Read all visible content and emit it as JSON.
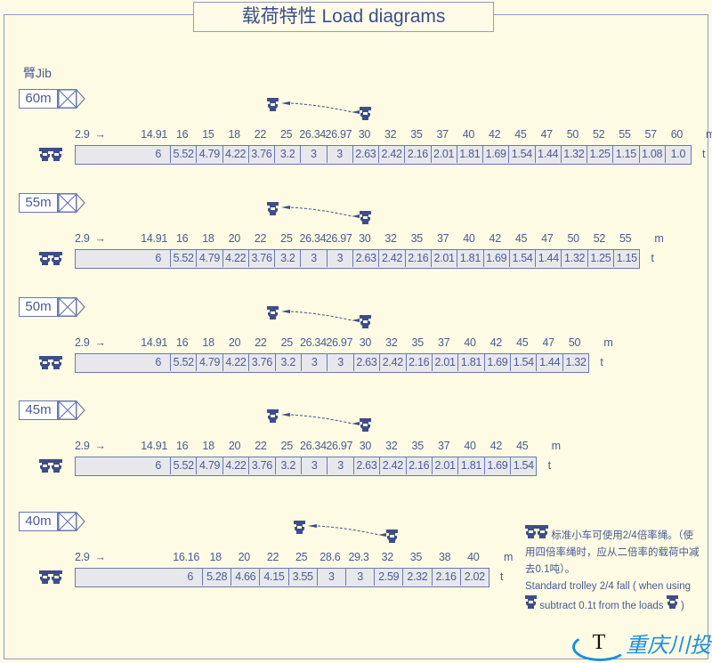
{
  "title": "载荷特性 Load diagrams",
  "jib_label": "臂Jib",
  "units": {
    "distance": "m",
    "load": "t"
  },
  "start_label": "2.9",
  "colors": {
    "text": "#4a5a95",
    "border": "#6a78b0",
    "background": "#fdfbe3",
    "logo": "#1a8fe0"
  },
  "sections": [
    {
      "jib": "60m",
      "distances": [
        "14.91",
        "16",
        "15",
        "18",
        "22",
        "25",
        "26.34",
        "26.97",
        "30",
        "32",
        "35",
        "37",
        "40",
        "42",
        "45",
        "47",
        "50",
        "52",
        "55",
        "57",
        "60"
      ],
      "loads": [
        "6",
        "5.52",
        "4.79",
        "4.22",
        "3.76",
        "3.2",
        "3",
        "3",
        "2.63",
        "2.42",
        "2.16",
        "2.01",
        "1.81",
        "1.69",
        "1.54",
        "1.44",
        "1.32",
        "1.25",
        "1.15",
        "1.08",
        "1.0"
      ]
    },
    {
      "jib": "55m",
      "distances": [
        "14.91",
        "16",
        "18",
        "20",
        "22",
        "25",
        "26.34",
        "26.97",
        "30",
        "32",
        "35",
        "37",
        "40",
        "42",
        "45",
        "47",
        "50",
        "52",
        "55"
      ],
      "loads": [
        "6",
        "5.52",
        "4.79",
        "4.22",
        "3.76",
        "3.2",
        "3",
        "3",
        "2.63",
        "2.42",
        "2.16",
        "2.01",
        "1.81",
        "1.69",
        "1.54",
        "1.44",
        "1.32",
        "1.25",
        "1.15"
      ]
    },
    {
      "jib": "50m",
      "distances": [
        "14.91",
        "16",
        "18",
        "20",
        "22",
        "25",
        "26.34",
        "26.97",
        "30",
        "32",
        "35",
        "37",
        "40",
        "42",
        "45",
        "47",
        "50"
      ],
      "loads": [
        "6",
        "5.52",
        "4.79",
        "4.22",
        "3.76",
        "3.2",
        "3",
        "3",
        "2.63",
        "2.42",
        "2.16",
        "2.01",
        "1.81",
        "1.69",
        "1.54",
        "1.44",
        "1.32"
      ]
    },
    {
      "jib": "45m",
      "distances": [
        "14.91",
        "16",
        "18",
        "20",
        "22",
        "25",
        "26.34",
        "26.97",
        "30",
        "32",
        "35",
        "37",
        "40",
        "42",
        "45"
      ],
      "loads": [
        "6",
        "5.52",
        "4.79",
        "4.22",
        "3.76",
        "3.2",
        "3",
        "3",
        "2.63",
        "2.42",
        "2.16",
        "2.01",
        "1.81",
        "1.69",
        "1.54"
      ]
    },
    {
      "jib": "40m",
      "distances": [
        "16.16",
        "18",
        "20",
        "22",
        "25",
        "28.6",
        "29.3",
        "32",
        "35",
        "38",
        "40"
      ],
      "loads": [
        "6",
        "5.28",
        "4.66",
        "4.15",
        "3.55",
        "3",
        "3",
        "2.59",
        "2.32",
        "2.16",
        "2.02"
      ]
    }
  ],
  "note": {
    "cn_line": "标准小车可使用2/4倍率绳。（使用四倍率绳时，应从二倍率的载荷中减去0.1吨）。",
    "en_1": "Standard trolley 2/4 fall ( when using",
    "en_2": "subtract 0.1t from the loads",
    "en_3": ")"
  },
  "logo": {
    "letter": "T",
    "name": "重庆川投"
  }
}
